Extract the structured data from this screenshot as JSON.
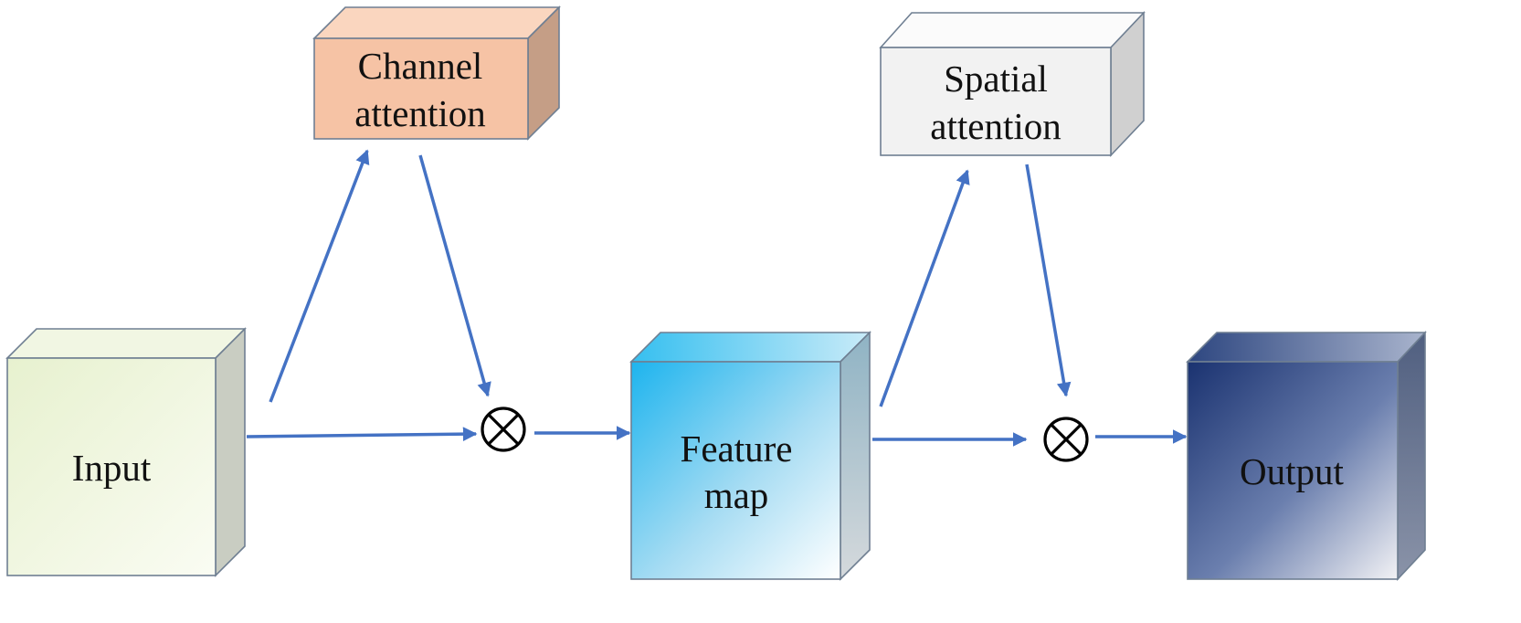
{
  "blocks": {
    "input": {
      "lines": [
        "Input"
      ]
    },
    "channel_attention": {
      "lines": [
        "Channel",
        "attention"
      ]
    },
    "feature_map": {
      "lines": [
        "Feature",
        "map"
      ]
    },
    "spatial_attention": {
      "lines": [
        "Spatial",
        "attention"
      ]
    },
    "output": {
      "lines": [
        "Output"
      ]
    }
  },
  "operators": {
    "multiply_1": {
      "symbol": "⊗"
    },
    "multiply_2": {
      "symbol": "⊗"
    }
  },
  "colors": {
    "arrow": "#4472c4",
    "input_front": "#edf4dc",
    "channel_front": "#f6c3a5",
    "feature_front": "#29b8ee",
    "spatial_front": "#f2f2f2",
    "output_front": "#1b3370"
  }
}
